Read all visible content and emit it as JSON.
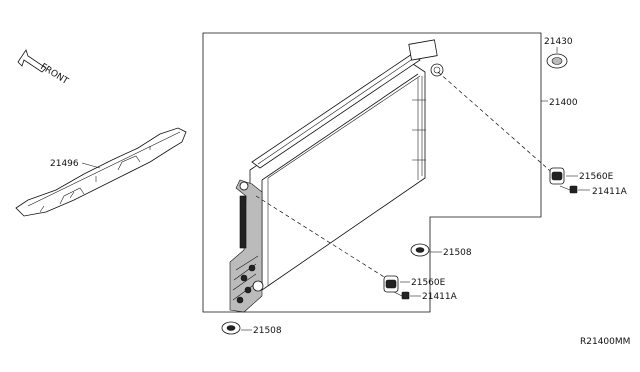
{
  "direction": "FRONT",
  "labels": {
    "p21430": "21430",
    "p21400": "21400",
    "p21496": "21496",
    "p21560e_right": "21560E",
    "p21411a_right": "21411A",
    "p21508_mid": "21508",
    "p21560e_mid": "21560E",
    "p21411a_mid": "21411A",
    "p21508_bottom": "21508"
  },
  "diagram_code": "R21400MM"
}
